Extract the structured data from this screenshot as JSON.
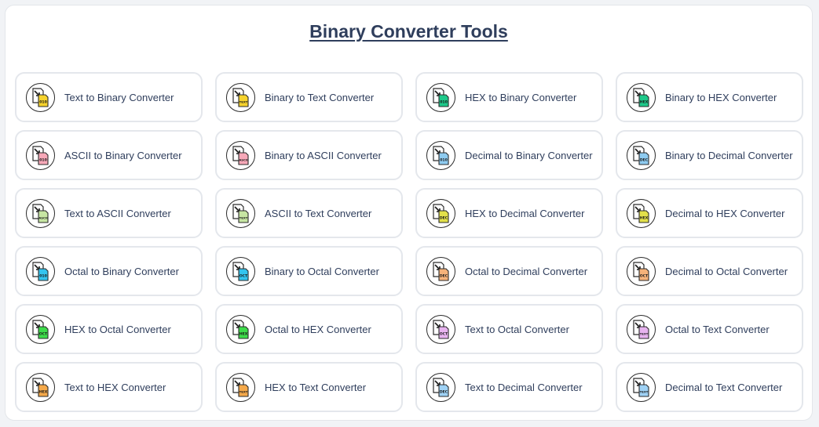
{
  "page": {
    "title": "Binary Converter Tools"
  },
  "tools": [
    {
      "label": "Text to Binary Converter",
      "tag": "010",
      "color": "#f6d32d"
    },
    {
      "label": "Binary to Text Converter",
      "tag": "TEXT",
      "color": "#f6d32d"
    },
    {
      "label": "HEX to Binary Converter",
      "tag": "010",
      "color": "#1ec98a"
    },
    {
      "label": "Binary to HEX Converter",
      "tag": "HEX",
      "color": "#1ec98a"
    },
    {
      "label": "ASCII to Binary Converter",
      "tag": "010",
      "color": "#f7a8b8"
    },
    {
      "label": "Binary to ASCII Converter",
      "tag": "ASCII",
      "color": "#f7a8b8"
    },
    {
      "label": "Decimal to Binary Converter",
      "tag": "010",
      "color": "#8ecbf0"
    },
    {
      "label": "Binary to Decimal Converter",
      "tag": "DEC",
      "color": "#8ecbf0"
    },
    {
      "label": "Text to ASCII Converter",
      "tag": "ASCII",
      "color": "#c7e6a3"
    },
    {
      "label": "ASCII to Text Converter",
      "tag": "TEXT",
      "color": "#c7e6a3"
    },
    {
      "label": "HEX to Decimal Converter",
      "tag": "DEC",
      "color": "#e2e04a"
    },
    {
      "label": "Decimal to HEX Converter",
      "tag": "HEX",
      "color": "#e2e04a"
    },
    {
      "label": "Octal to Binary Converter",
      "tag": "010",
      "color": "#33c4ef"
    },
    {
      "label": "Binary to Octal Converter",
      "tag": "OCT",
      "color": "#33c4ef"
    },
    {
      "label": "Octal to Decimal Converter",
      "tag": "DEC",
      "color": "#f5b27a"
    },
    {
      "label": "Decimal to Octal Converter",
      "tag": "OCT",
      "color": "#f5b27a"
    },
    {
      "label": "HEX to Octal Converter",
      "tag": "OCT",
      "color": "#3ddc4a"
    },
    {
      "label": "Octal to HEX Converter",
      "tag": "HEX",
      "color": "#3ddc4a"
    },
    {
      "label": "Text to Octal Converter",
      "tag": "OCT",
      "color": "#e7b3ef"
    },
    {
      "label": "Octal to Text Converter",
      "tag": "TEXT",
      "color": "#e7b3ef"
    },
    {
      "label": "Text to HEX Converter",
      "tag": "HEX",
      "color": "#f5a94a"
    },
    {
      "label": "HEX to Text Converter",
      "tag": "TEXT",
      "color": "#f5a94a"
    },
    {
      "label": "Text to Decimal Converter",
      "tag": "DEC",
      "color": "#9fd2f5"
    },
    {
      "label": "Decimal to Text Converter",
      "tag": "TEXT",
      "color": "#9fd2f5"
    }
  ]
}
